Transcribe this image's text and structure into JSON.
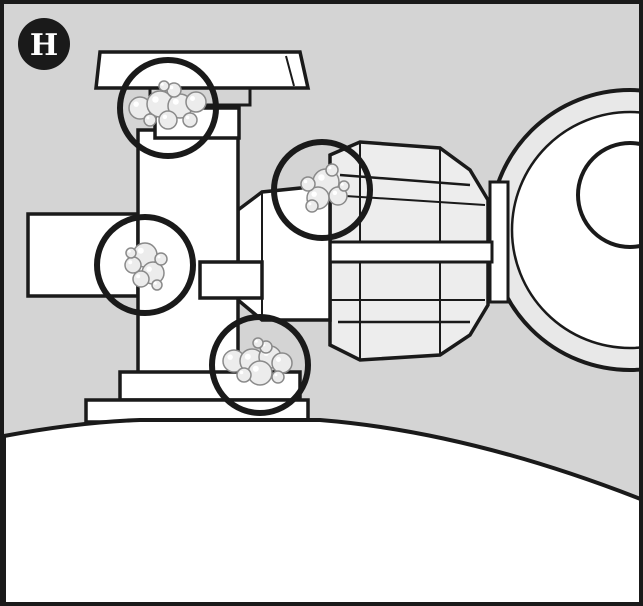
{
  "step": {
    "label": "H"
  },
  "colors": {
    "background": "#d4d4d4",
    "outline": "#1a1a1a",
    "part_fill": "#ffffff",
    "regulator_fill": "#e6e6e6",
    "bubble_fill": "#ececec",
    "bubble_stroke": "#8a8a8a",
    "badge_fill": "#1a1a1a"
  },
  "icons": [
    "cylinder-top",
    "cylinder-valve",
    "valve-handwheel",
    "regulator-coupling-nut",
    "gas-regulator",
    "leak-check-bubbles",
    "magnifier-ring"
  ],
  "leak_points": [
    {
      "id": "handwheel-stem"
    },
    {
      "id": "coupling-nut-joint"
    },
    {
      "id": "outlet-port"
    },
    {
      "id": "valve-base"
    }
  ]
}
